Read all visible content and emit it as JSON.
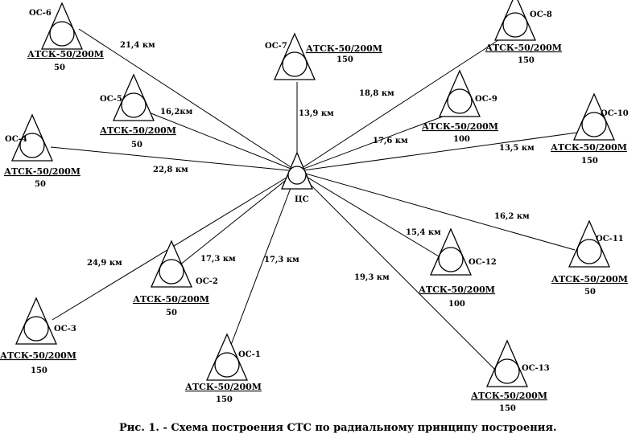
{
  "diagram": {
    "center": {
      "label": "ЦС"
    },
    "stations": [
      {
        "id": "oc1",
        "label": "ОС-1",
        "type": "АТСК-50/200М",
        "capacity": "150",
        "distance": "17,3 км"
      },
      {
        "id": "oc2",
        "label": "ОС-2",
        "type": "АТСК-50/200М",
        "capacity": "50",
        "distance": "17,3 км"
      },
      {
        "id": "oc3",
        "label": "ОС-3",
        "type": "АТСК-50/200М",
        "capacity": "150",
        "distance": "24,9 км"
      },
      {
        "id": "oc4",
        "label": "ОС-4",
        "type": "АТСК-50/200М",
        "capacity": "50",
        "distance": "22,8 км"
      },
      {
        "id": "oc5",
        "label": "ОС-5",
        "type": "АТСК-50/200М",
        "capacity": "50",
        "distance": "16,2км"
      },
      {
        "id": "oc6",
        "label": "ОС-6",
        "type": "АТСК-50/200М",
        "capacity": "50",
        "distance": "21,4 км"
      },
      {
        "id": "oc7",
        "label": "ОС-7",
        "type": "АТСК-50/200М",
        "capacity": "150",
        "distance": "13,9 км"
      },
      {
        "id": "oc8",
        "label": "ОС-8",
        "type": "АТСК-50/200М",
        "capacity": "150",
        "distance": "18,8 км"
      },
      {
        "id": "oc9",
        "label": "ОС-9",
        "type": "АТСК-50/200М",
        "capacity": "100",
        "distance": "17,6 км"
      },
      {
        "id": "oc10",
        "label": "ОС-10",
        "type": "АТСК-50/200М",
        "capacity": "150",
        "distance": "13,5 км"
      },
      {
        "id": "oc11",
        "label": "ОС-11",
        "type": "АТСК-50/200М",
        "capacity": "50",
        "distance": "16,2 км"
      },
      {
        "id": "oc12",
        "label": "ОС-12",
        "type": "АТСК-50/200М",
        "capacity": "100",
        "distance": "15,4 км"
      },
      {
        "id": "oc13",
        "label": "ОС-13",
        "type": "АТСК-50/200М",
        "capacity": "150",
        "distance": "19,3 км"
      }
    ]
  },
  "caption": "Рис. 1. - Схема построения СТС по радиальному принципу построения."
}
